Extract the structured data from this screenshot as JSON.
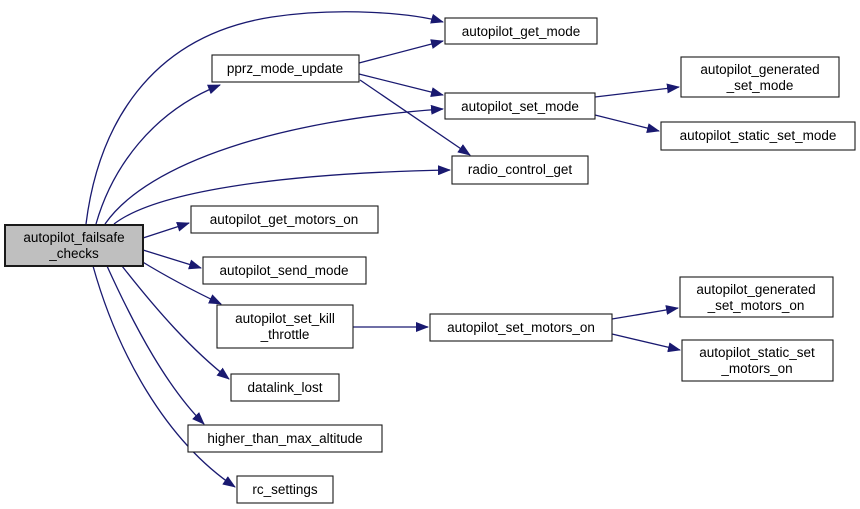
{
  "diagram": {
    "type": "call-graph",
    "colors": {
      "edge": "#191970",
      "node_border": "#1a1a1a",
      "node_fill": "#ffffff",
      "highlight_fill": "#bfbfbf",
      "background": "#ffffff",
      "text": "#000000"
    },
    "nodes": [
      {
        "id": "autopilot_failsafe_checks",
        "lines": [
          "autopilot_failsafe",
          "_checks"
        ],
        "highlighted": true
      },
      {
        "id": "pprz_mode_update",
        "lines": [
          "pprz_mode_update"
        ]
      },
      {
        "id": "autopilot_get_mode",
        "lines": [
          "autopilot_get_mode"
        ]
      },
      {
        "id": "autopilot_set_mode",
        "lines": [
          "autopilot_set_mode"
        ]
      },
      {
        "id": "autopilot_generated_set_mode",
        "lines": [
          "autopilot_generated",
          "_set_mode"
        ]
      },
      {
        "id": "autopilot_static_set_mode",
        "lines": [
          "autopilot_static_set_mode"
        ]
      },
      {
        "id": "radio_control_get",
        "lines": [
          "radio_control_get"
        ]
      },
      {
        "id": "autopilot_get_motors_on",
        "lines": [
          "autopilot_get_motors_on"
        ]
      },
      {
        "id": "autopilot_send_mode",
        "lines": [
          "autopilot_send_mode"
        ]
      },
      {
        "id": "autopilot_set_kill_throttle",
        "lines": [
          "autopilot_set_kill",
          "_throttle"
        ]
      },
      {
        "id": "datalink_lost",
        "lines": [
          "datalink_lost"
        ]
      },
      {
        "id": "higher_than_max_altitude",
        "lines": [
          "higher_than_max_altitude"
        ]
      },
      {
        "id": "rc_settings",
        "lines": [
          "rc_settings"
        ]
      },
      {
        "id": "autopilot_set_motors_on",
        "lines": [
          "autopilot_set_motors_on"
        ]
      },
      {
        "id": "autopilot_generated_set_motors_on",
        "lines": [
          "autopilot_generated",
          "_set_motors_on"
        ]
      },
      {
        "id": "autopilot_static_set_motors_on",
        "lines": [
          "autopilot_static_set",
          "_motors_on"
        ]
      }
    ],
    "edges": [
      {
        "from": "autopilot_failsafe_checks",
        "to": "autopilot_get_mode"
      },
      {
        "from": "autopilot_failsafe_checks",
        "to": "pprz_mode_update"
      },
      {
        "from": "autopilot_failsafe_checks",
        "to": "autopilot_set_mode"
      },
      {
        "from": "autopilot_failsafe_checks",
        "to": "radio_control_get"
      },
      {
        "from": "autopilot_failsafe_checks",
        "to": "autopilot_get_motors_on"
      },
      {
        "from": "autopilot_failsafe_checks",
        "to": "autopilot_send_mode"
      },
      {
        "from": "autopilot_failsafe_checks",
        "to": "autopilot_set_kill_throttle"
      },
      {
        "from": "autopilot_failsafe_checks",
        "to": "datalink_lost"
      },
      {
        "from": "autopilot_failsafe_checks",
        "to": "higher_than_max_altitude"
      },
      {
        "from": "autopilot_failsafe_checks",
        "to": "rc_settings"
      },
      {
        "from": "pprz_mode_update",
        "to": "autopilot_get_mode"
      },
      {
        "from": "pprz_mode_update",
        "to": "autopilot_set_mode"
      },
      {
        "from": "pprz_mode_update",
        "to": "radio_control_get"
      },
      {
        "from": "autopilot_set_mode",
        "to": "autopilot_generated_set_mode"
      },
      {
        "from": "autopilot_set_mode",
        "to": "autopilot_static_set_mode"
      },
      {
        "from": "autopilot_set_kill_throttle",
        "to": "autopilot_set_motors_on"
      },
      {
        "from": "autopilot_set_motors_on",
        "to": "autopilot_generated_set_motors_on"
      },
      {
        "from": "autopilot_set_motors_on",
        "to": "autopilot_static_set_motors_on"
      }
    ]
  }
}
